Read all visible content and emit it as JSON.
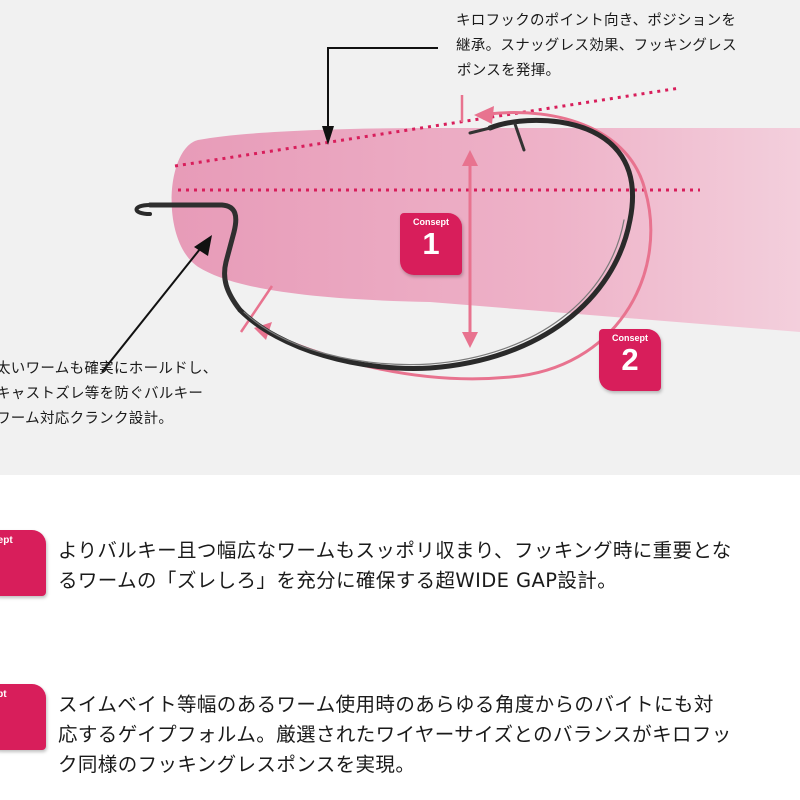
{
  "callouts": {
    "top": [
      "キロフックのポイント向き、ポジションを",
      "継承。スナッグレス効果、フッキングレス",
      "ポンスを発揮。"
    ],
    "left": [
      "太いワームも確実にホールドし、",
      "キャストズレ等を防ぐバルキー",
      "ワーム対応クランク設計。"
    ]
  },
  "badges": [
    {
      "label": "Consept",
      "number": "1"
    },
    {
      "label": "Consept",
      "number": "2"
    }
  ],
  "features": [
    {
      "badge_label": "nsept",
      "lines": [
        "よりバルキー且つ幅広なワームもスッポリ収まり、フッキング時に重要とな",
        "るワームの「ズレしろ」を充分に確保する超WIDE GAP設計。"
      ]
    },
    {
      "badge_label": "sept",
      "lines": [
        "スイムベイト等幅のあるワーム使用時のあらゆる角度からのバイトにも対",
        "応するゲイプフォルム。厳選されたワイヤーサイズとのバランスがキロフッ",
        "ク同様のフッキングレスポンスを実現。"
      ]
    }
  ],
  "colors": {
    "accent": "#d81e5b",
    "worm_pink": "#eaa7c0",
    "arrow_pink": "#e8738f",
    "background": "#f1f1f1"
  }
}
